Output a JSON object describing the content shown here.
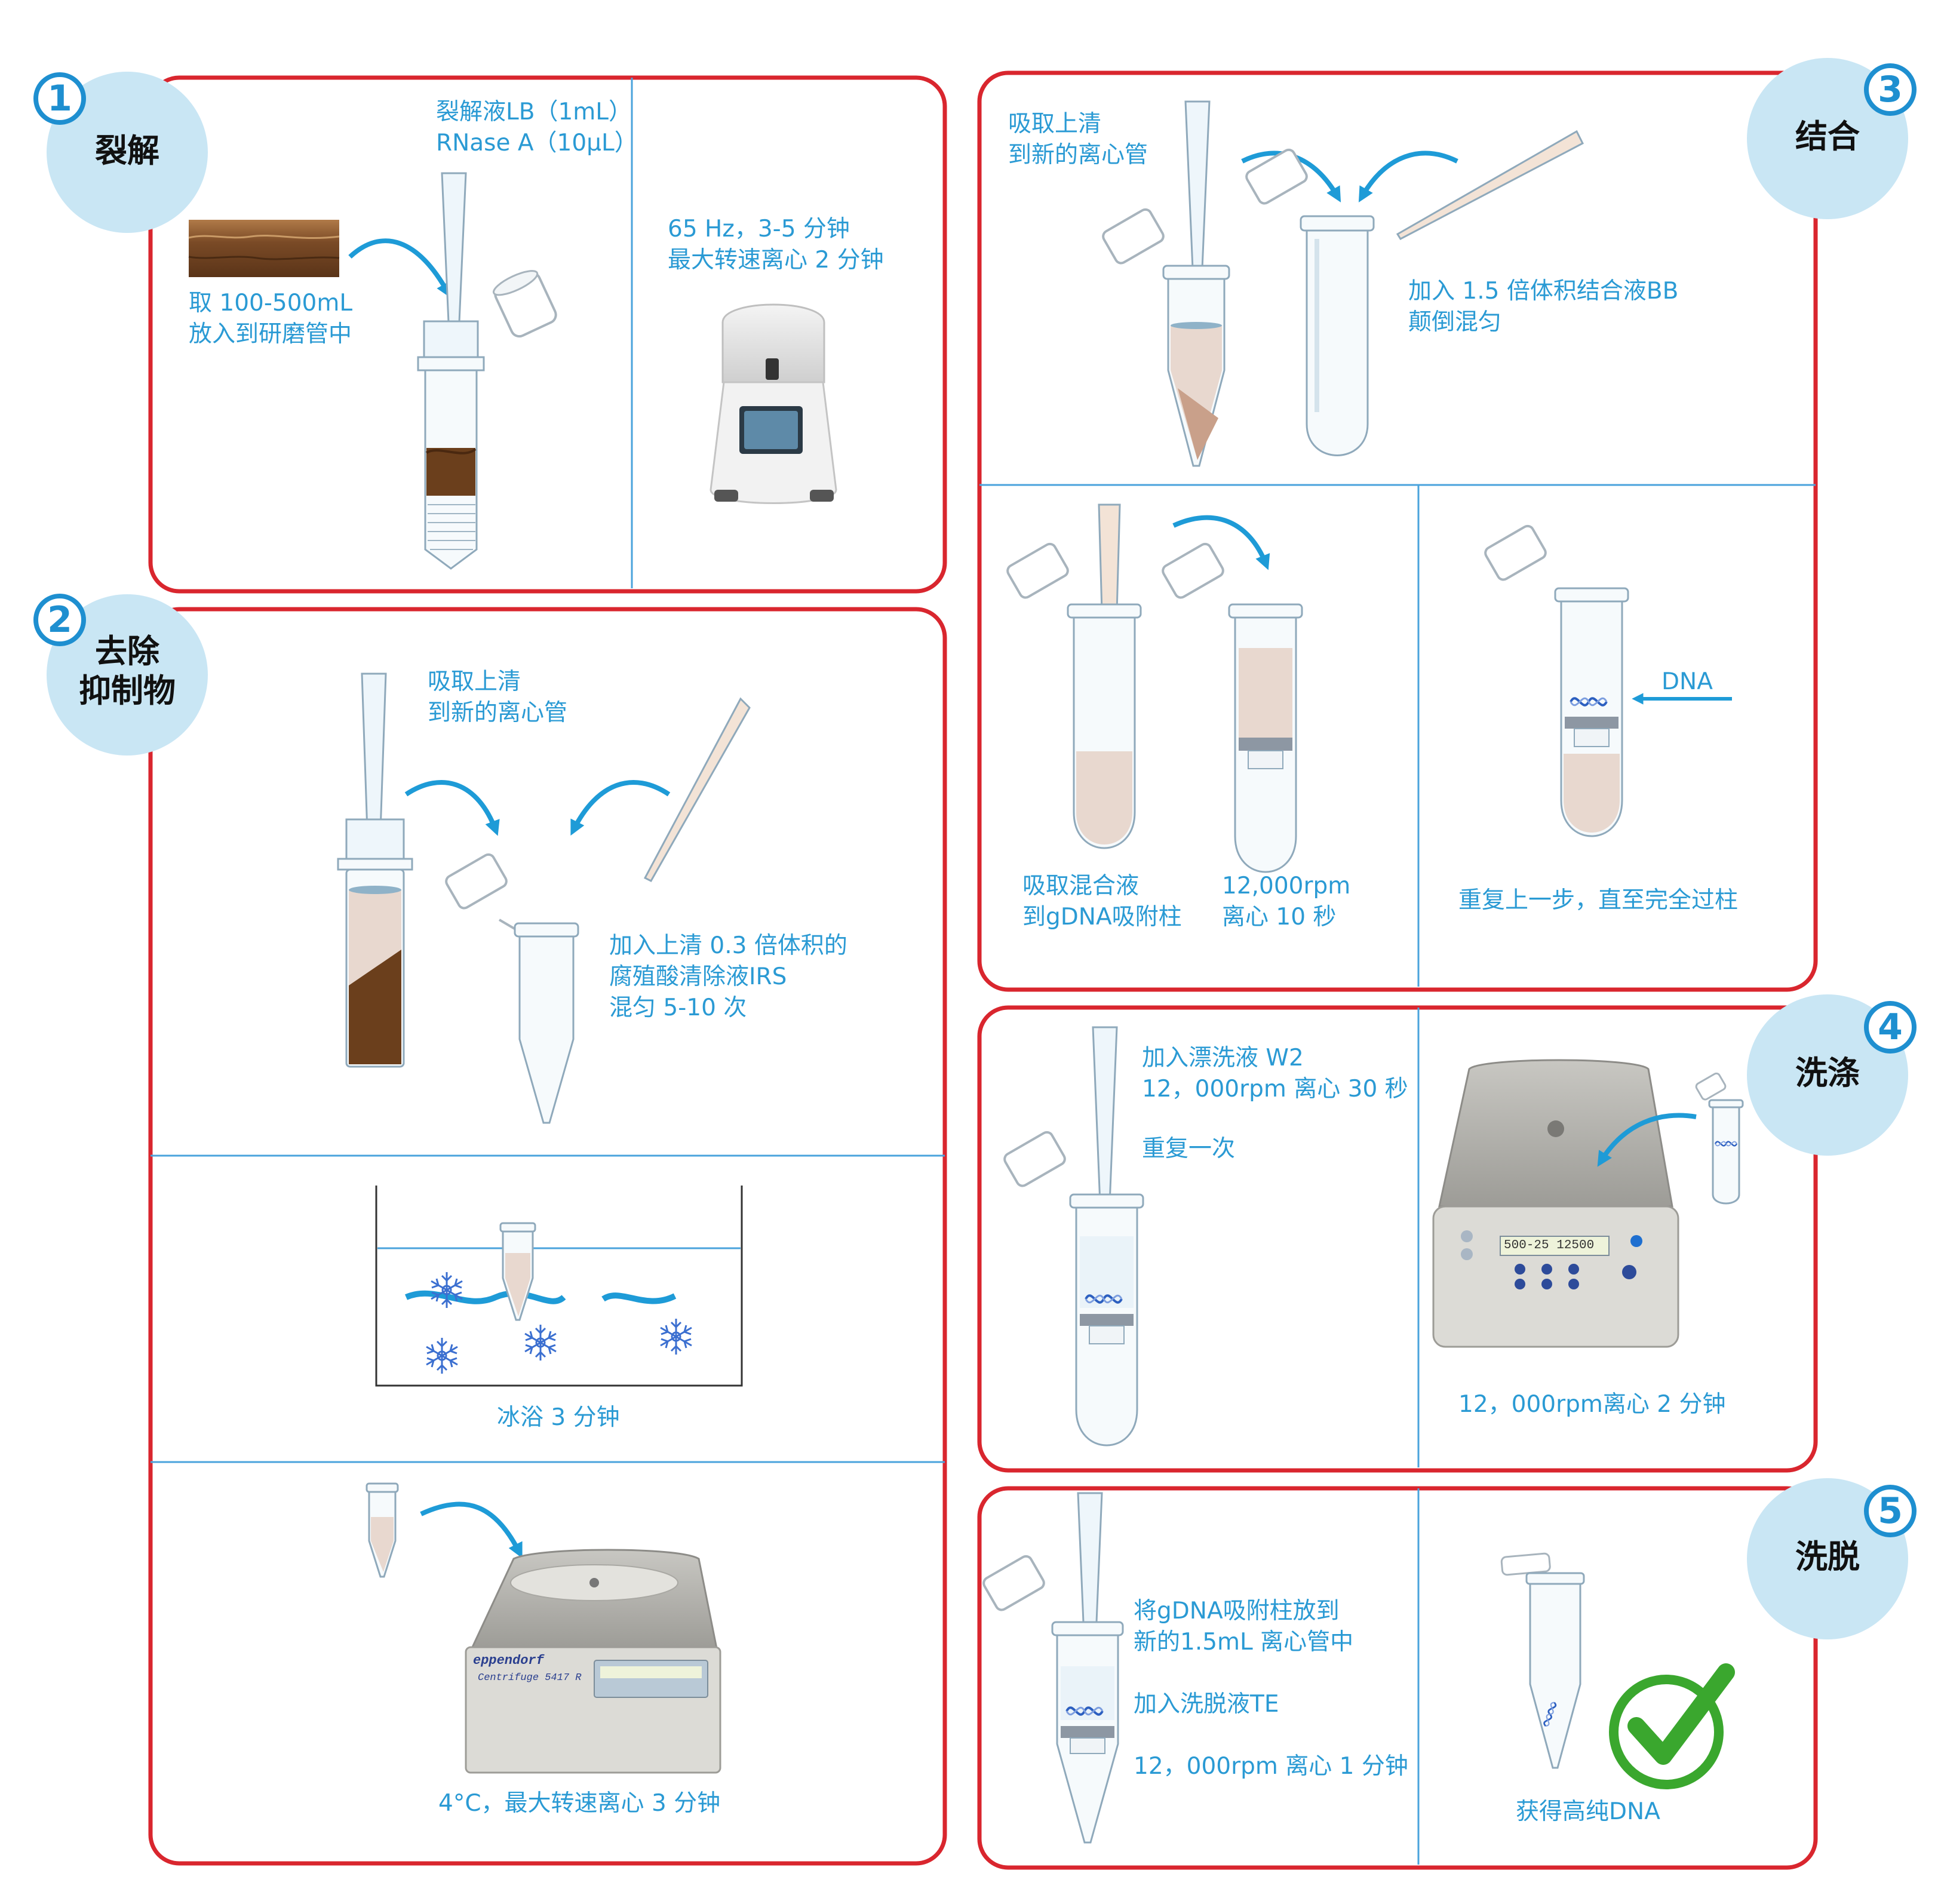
{
  "colors": {
    "panel_border": "#d9262e",
    "divider": "#4aa3dc",
    "label_text": "#2a9ad4",
    "arrow": "#1e9bd7",
    "badge": "#c9e6f4",
    "number": "#1e8fd0",
    "check": "#3aa72e"
  },
  "steps": [
    {
      "number": "1",
      "title": [
        "裂解"
      ]
    },
    {
      "number": "2",
      "title": [
        "去除",
        "抑制物"
      ]
    },
    {
      "number": "3",
      "title": [
        "结合"
      ]
    },
    {
      "number": "4",
      "title": [
        "洗涤"
      ]
    },
    {
      "number": "5",
      "title": [
        "洗脱"
      ]
    }
  ],
  "panel1": {
    "reagent": [
      "裂解液LB（1mL）",
      "RNase A（10μL）"
    ],
    "sample": [
      "取 100-500mL",
      "放入到研磨管中"
    ],
    "grind": [
      "65 Hz，3-5 分钟",
      "最大转速离心 2 分钟"
    ]
  },
  "panel2": {
    "transfer": [
      "吸取上清",
      "到新的离心管"
    ],
    "irs": [
      "加入上清 0.3 倍体积的",
      "腐殖酸清除液IRS",
      "混匀 5-10 次"
    ],
    "icebath": "冰浴 3 分钟",
    "centrifuge": "4°C，最大转速离心 3 分钟",
    "centrifuge_brand": "eppendorf",
    "centrifuge_model": "Centrifuge 5417 R"
  },
  "panel3": {
    "transfer": [
      "吸取上清",
      "到新的离心管"
    ],
    "bb": [
      "加入 1.5 倍体积结合液BB",
      "颠倒混匀"
    ],
    "load": [
      "吸取混合液",
      "到gDNA吸附柱"
    ],
    "spin": [
      "12,000rpm",
      "离心 10 秒"
    ],
    "repeat": "重复上一步，直至完全过柱",
    "dna_label": "DNA"
  },
  "panel4": {
    "wash": [
      "加入漂洗液 W2",
      "12，000rpm 离心 30 秒"
    ],
    "repeat": "重复一次",
    "spin": "12，000rpm离心 2 分钟",
    "display": "500-25 12500"
  },
  "panel5": {
    "elute": [
      "将gDNA吸附柱放到",
      "新的1.5mL 离心管中"
    ],
    "te": "加入洗脱液TE",
    "spin": "12，000rpm 离心 1 分钟",
    "result": "获得高纯DNA"
  }
}
